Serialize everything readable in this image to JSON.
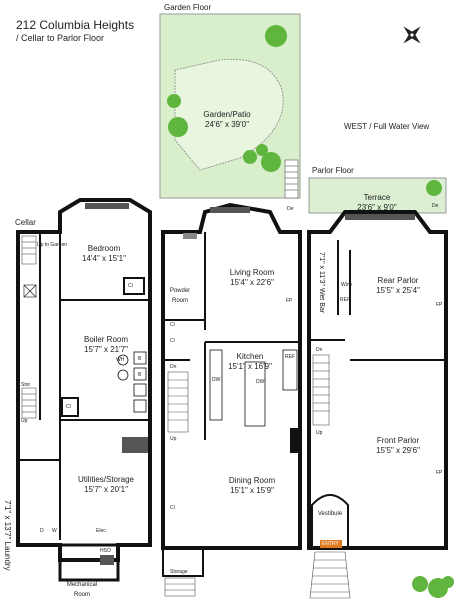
{
  "title": "212 Columbia Heights",
  "subtitle": "/ Cellar to Parlor Floor",
  "view_note": "WEST / Full Water View",
  "floors": {
    "cellar": "Cellar",
    "garden": "Garden Floor",
    "parlor": "Parlor Floor"
  },
  "rooms": {
    "garden_patio": {
      "name": "Garden/Patio",
      "dim": "24'6\" x 39'0\""
    },
    "bedroom": {
      "name": "Bedroom",
      "dim": "14'4\" x 15'1\""
    },
    "boiler_room": {
      "name": "Boiler Room",
      "dim": "15'7\" x 21'7\""
    },
    "utilities": {
      "name": "Utilities/Storage",
      "dim": "15'7\" x 20'1\""
    },
    "laundry": {
      "name": "Laundry",
      "dim": "7'1\" x 13'7\""
    },
    "mechanical": {
      "name": "Mechanical",
      "sub": "Room"
    },
    "powder_room": {
      "name": "Powder",
      "sub": "Room"
    },
    "living_room": {
      "name": "Living Room",
      "dim": "15'4\" x 22'6\""
    },
    "kitchen": {
      "name": "Kitchen",
      "dim": "15'1\" x 16'9\""
    },
    "dining_room": {
      "name": "Dining Room",
      "dim": "15'1\" x 15'9\""
    },
    "storage": {
      "name": "Storage"
    },
    "terrace": {
      "name": "Terrace",
      "dim": "23'6\" x 9'0\""
    },
    "rear_parlor": {
      "name": "Rear Parlor",
      "dim": "15'5\" x 25'4\""
    },
    "front_parlor": {
      "name": "Front Parlor",
      "dim": "15'5\" x 29'6\""
    },
    "wet_bar": {
      "name": "Wet Bar",
      "dim": "7'1\" x 11'3\""
    },
    "vestibule": {
      "name": "Vestibule"
    }
  },
  "labels": {
    "up_to_garden": "Up to Garden",
    "up": "Up",
    "dn": "Dn",
    "cl": "Cl",
    "stor": "Stor",
    "fp": "FP",
    "ref": "REF",
    "dw": "DW",
    "d": "D",
    "w": "W",
    "wh": "WH",
    "b": "B",
    "elec": "Elec",
    "hso": "HSO",
    "de": "De",
    "wine": "Wine",
    "entry": "ENTRY"
  },
  "colors": {
    "garden_fill": "#d9efcc",
    "terrace_fill": "#dcefd2",
    "tree": "#5fb53e",
    "wall": "#111111",
    "stair": "#555555",
    "entry_badge": "#e07a1f"
  },
  "icons": {
    "compass": "compass-rose-icon",
    "tree": "tree-icon"
  }
}
